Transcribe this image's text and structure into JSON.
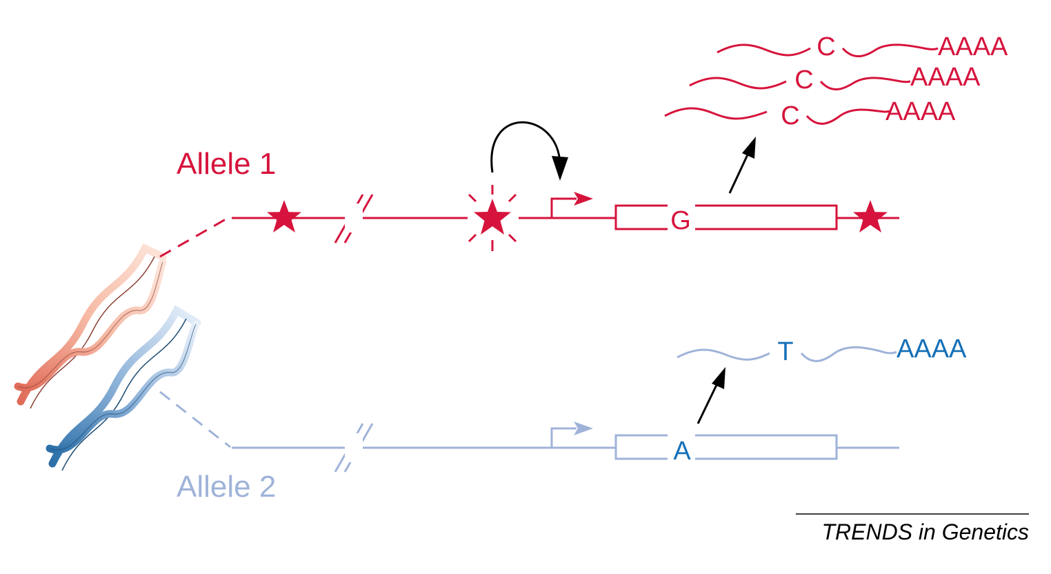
{
  "labels": {
    "allele1": "Allele 1",
    "allele2": "Allele 2",
    "credit": "TRENDS in Genetics"
  },
  "allele1": {
    "exon_base": "G",
    "transcripts": [
      {
        "base": "C",
        "tail": "AAAA"
      },
      {
        "base": "C",
        "tail": "AAAA"
      },
      {
        "base": "C",
        "tail": "AAAA"
      }
    ]
  },
  "allele2": {
    "exon_base": "A",
    "transcripts": [
      {
        "base": "T",
        "tail": "AAAA"
      }
    ]
  },
  "colors": {
    "allele1": "#d6133c",
    "allele2_line": "#9fb3d9",
    "allele2_text": "#1570b8",
    "helix_red_dark": "#e06b58",
    "helix_red_light": "#fbe0d4",
    "helix_blue_dark": "#2c6fa8",
    "helix_blue_light": "#e4eef9",
    "arrow": "#000000"
  },
  "icons": {
    "regulatory_variant": "star-icon",
    "active_regulatory_variant": "burst-star-icon",
    "promoter": "bent-arrow-icon",
    "dna": "double-helix-icon"
  }
}
